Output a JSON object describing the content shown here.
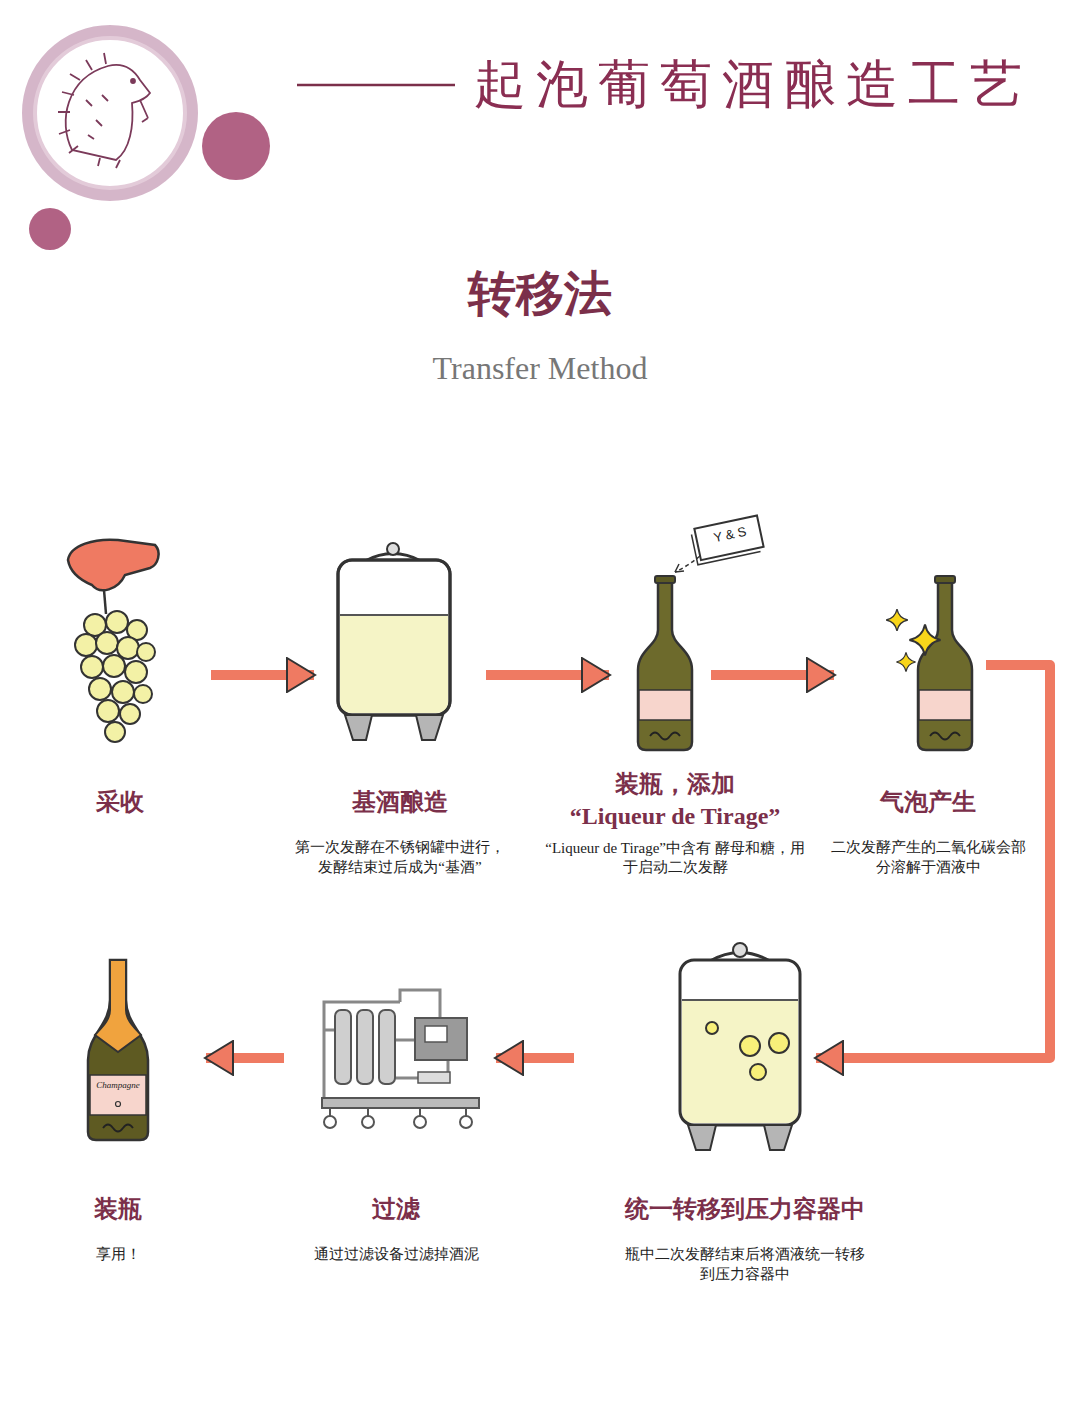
{
  "diagram": {
    "title": "起泡葡萄酒酿造工艺",
    "nodes": [
      {
        "text": [
          "采收"
        ]
      },
      {
        "text": [
          "基酒酿造",
          "第一次发酵在不锈钢罐中进行， 发酵结束过后成为“基酒”"
        ]
      },
      {
        "text": [
          "装瓶，添加 “Liqueur de Tirage”",
          "“Liqueur de Tirage”中含有 酵母和糖，用于启动二次发酵"
        ]
      },
      {
        "text": [
          "气泡产生",
          "二次发酵产生的二氧化碳会部 分溶解于酒液中"
        ]
      },
      {
        "text": [
          "统一转移到压力容器中",
          "瓶中二次发酵结束后将酒液统一转移 到压力容器中"
        ]
      },
      {
        "text": [
          "过滤",
          "通过过滤设备过滤掉酒泥"
        ]
      },
      {
        "text": [
          "装瓶",
          "享用！"
        ]
      }
    ],
    "edges": [
      {
        "from": 0,
        "to": 1,
        "arrow": "to"
      },
      {
        "from": 1,
        "to": 2,
        "arrow": "to"
      },
      {
        "from": 2,
        "to": 3,
        "arrow": "to"
      },
      {
        "from": 3,
        "to": 4,
        "arrow": "to"
      },
      {
        "from": 4,
        "to": 5,
        "arrow": "to"
      },
      {
        "from": 5,
        "to": 6,
        "arrow": "to"
      }
    ],
    "labels": [
      "转移法",
      "Transfer Method",
      "Y & S",
      "Champagne"
    ]
  }
}
